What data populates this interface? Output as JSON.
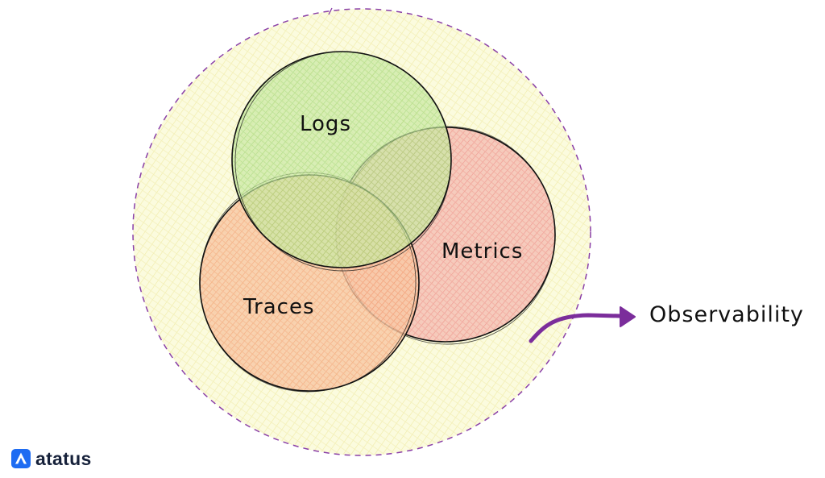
{
  "diagram": {
    "outer_label": "Observability",
    "circles": [
      {
        "id": "logs",
        "label": "Logs",
        "color": "#8fd46b"
      },
      {
        "id": "metrics",
        "label": "Metrics",
        "color": "#f08a8a"
      },
      {
        "id": "traces",
        "label": "Traces",
        "color": "#f5a070"
      }
    ],
    "outer_fill": "#f7f6b8",
    "outer_border": "#8a3fa8",
    "arrow_color": "#7b2d9b"
  },
  "brand": {
    "name": "atatus",
    "logo_color": "#1e6cf2",
    "logo_icon": "atatus-logo-icon"
  }
}
